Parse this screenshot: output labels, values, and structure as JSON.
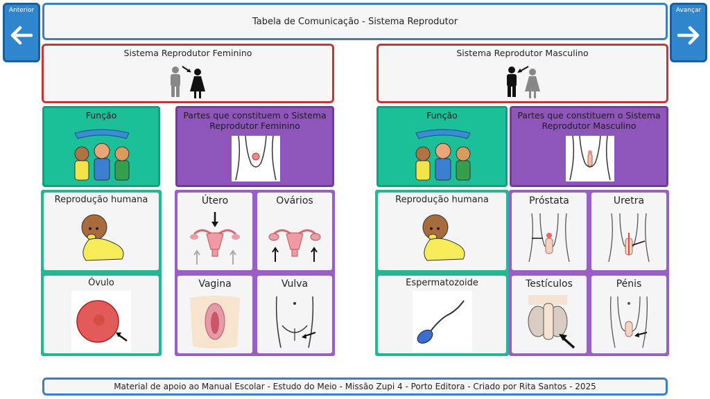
{
  "nav": {
    "prev_label": "Anterior",
    "next_label": "Avançar"
  },
  "title": "Tabela de Comunicação - Sistema Reprodutor",
  "female": {
    "header": "Sistema Reprodutor  Feminino",
    "funcao": "Função",
    "partes": "Partes que constituem o Sistema Reprodutor Feminino",
    "cells": {
      "reproducao": "Reprodução humana",
      "ovulo": "Óvulo",
      "utero": "Útero",
      "ovarios": "Ovários",
      "vagina": "Vagina",
      "vulva": "Vulva"
    }
  },
  "male": {
    "header": "Sistema Reprodutor Masculino",
    "funcao": "Função",
    "partes": "Partes que constituem o Sistema Reprodutor Masculino",
    "cells": {
      "reproducao": "Reprodução humana",
      "espermatozoide": "Espermatozoide",
      "prostata": "Próstata",
      "uretra": "Uretra",
      "testiculos": "Testículos",
      "penis": "Pénis"
    }
  },
  "footer": "Material de apoio ao Manual Escolar - Estudo do Meio - Missão Zupi 4 - Porto Editora - Criado por Rita Santos - 2025",
  "colors": {
    "nav_blue": "#2f86cc",
    "header_red": "#c8343a",
    "teal": "#1bbf98",
    "purple": "#8e56ba"
  }
}
